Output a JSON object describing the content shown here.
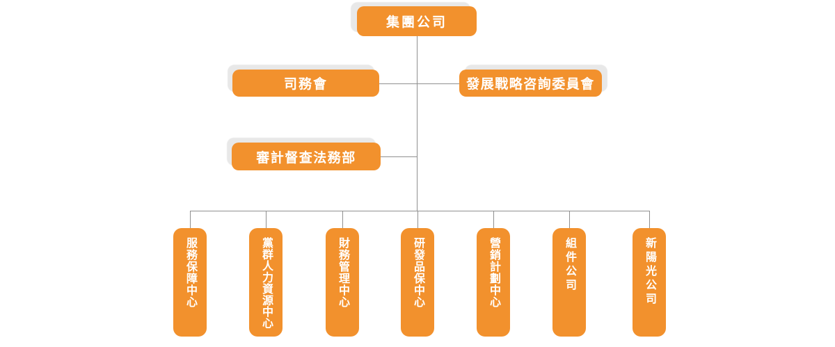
{
  "org": {
    "root": {
      "label": "集團公司"
    },
    "committees": [
      {
        "label": "司務會"
      },
      {
        "label": "發展戰略咨詢委員會"
      }
    ],
    "offices": [
      {
        "label": "審計督查法務部"
      }
    ],
    "departments": [
      {
        "label": "服務保障中心"
      },
      {
        "label": "黨群人力資源中心"
      },
      {
        "label": "財務管理中心"
      },
      {
        "label": "研發品保中心"
      },
      {
        "label": "營銷計劃中心"
      },
      {
        "label": "組件公司"
      },
      {
        "label": "新陽光公司"
      }
    ]
  },
  "colors": {
    "node_fill": "#F2912D",
    "node_text": "#FFFFFF",
    "connector": "#8F8F8F",
    "shadow": "#E8E8E8",
    "background": "#FFFFFF"
  }
}
